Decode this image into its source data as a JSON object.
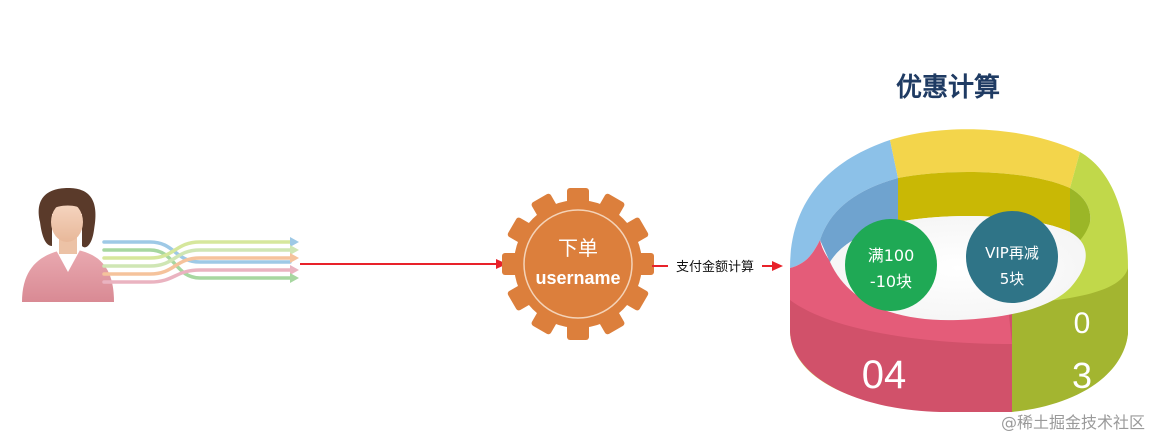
{
  "gear": {
    "line1": "下单",
    "line2": "username",
    "color": "#DC7F3C"
  },
  "arrow_label": "支付金额计算",
  "ring": {
    "title": "优惠计算",
    "title_color": "#1F3B63",
    "segment_labels": {
      "seg04": "04",
      "seg03": "3",
      "seg0": "0"
    },
    "badges": [
      {
        "text_line1": "满100",
        "text_line2": "-10块",
        "color": "#1FA955"
      },
      {
        "text_line1": "VIP再减",
        "text_line2": "5块",
        "color": "#2F7487"
      }
    ],
    "segment_colors": {
      "blue": "#7DB7E3",
      "yellow": "#F3D54B",
      "green": "#B6CF3A",
      "pink": "#E05A74"
    }
  },
  "connector_color": "#E8222A",
  "watermark": "@稀土掘金技术社区",
  "icons": {
    "user": "user-avatar-icon",
    "gear": "gear-icon"
  }
}
